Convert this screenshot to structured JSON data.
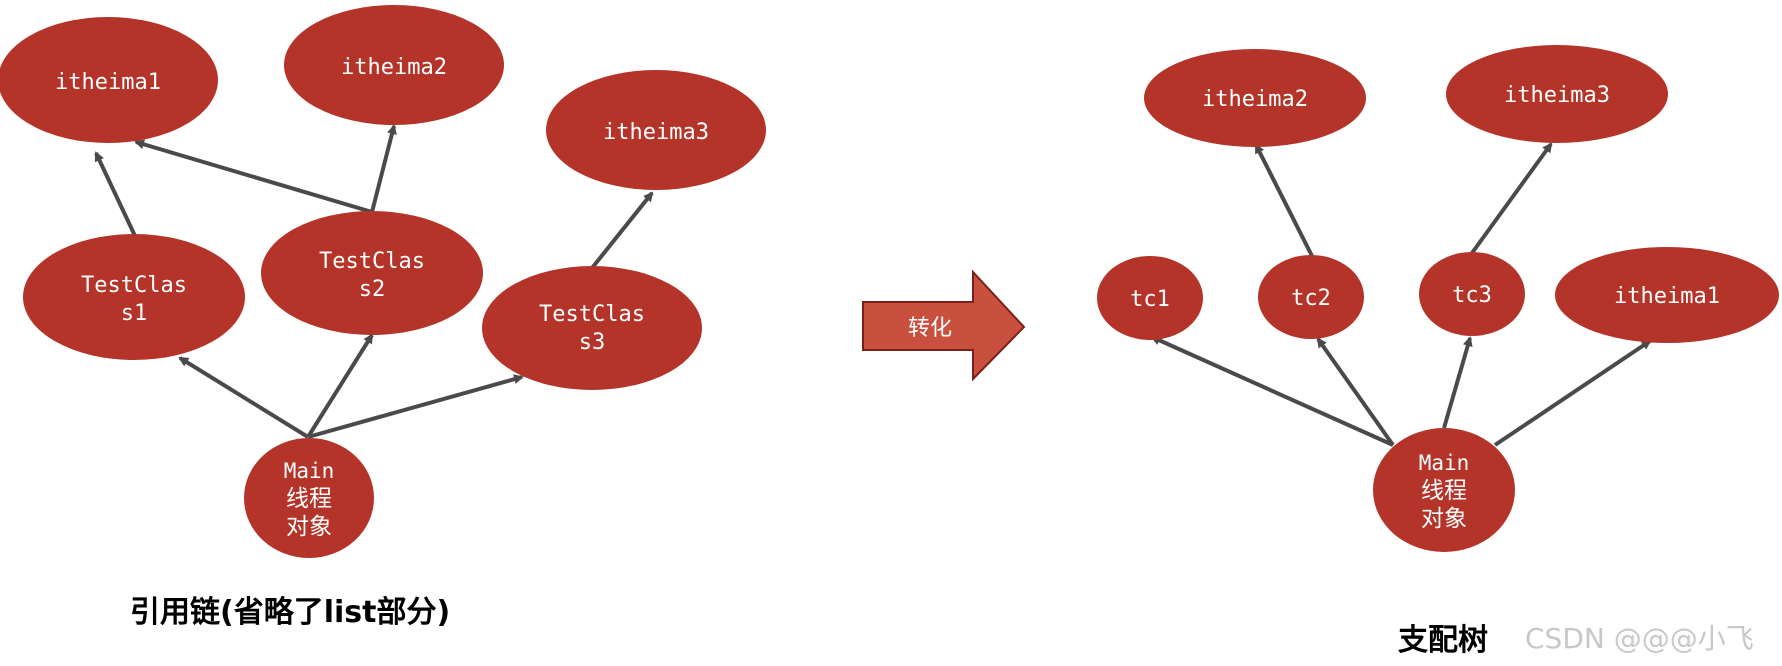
{
  "left": {
    "nodes": {
      "itheima1": [
        "itheima1"
      ],
      "itheima2": [
        "itheima2"
      ],
      "itheima3": [
        "itheima3"
      ],
      "tc1": [
        "TestClas",
        "s1"
      ],
      "tc2": [
        "TestClas",
        "s2"
      ],
      "tc3": [
        "TestClas",
        "s3"
      ],
      "main": [
        "Main",
        "线程",
        "对象"
      ]
    },
    "caption": "引用链(省略了list部分)"
  },
  "transform_label": "转化",
  "right": {
    "nodes": {
      "itheima2": [
        "itheima2"
      ],
      "itheima3": [
        "itheima3"
      ],
      "tc1": [
        "tc1"
      ],
      "tc2": [
        "tc2"
      ],
      "tc3": [
        "tc3"
      ],
      "itheima1": [
        "itheima1"
      ],
      "main": [
        "Main",
        "线程",
        "对象"
      ]
    },
    "caption": "支配树"
  },
  "watermark": "CSDN @@@小飞",
  "colors": {
    "node_fill": "#B5342A",
    "node_text": "#ffffff",
    "edge": "#4a4a4a",
    "arrow_fill": "#C9503F",
    "arrow_stroke": "#7A2018"
  }
}
